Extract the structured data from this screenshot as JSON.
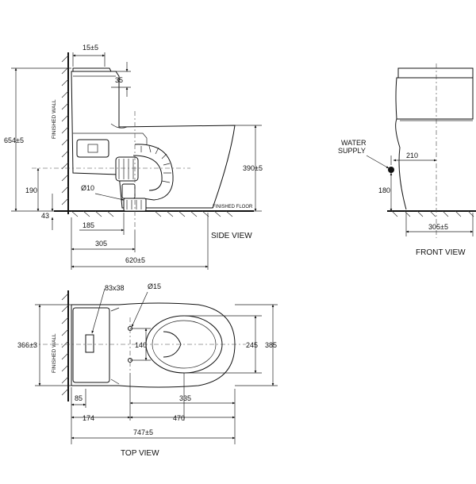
{
  "side_view": {
    "title": "SIDE VIEW",
    "finished_wall": "FINISHED WALL",
    "finished_floor": "FINISHED FLOOR",
    "dims": {
      "top_offset": "15±5",
      "lid_offset": "35",
      "total_height": "654±5",
      "pipe_height": "190",
      "floor_offset": "43",
      "pipe_dia": "Ø10",
      "rim_height": "390±5",
      "outlet": "185",
      "depth_305": "305",
      "depth_620": "620±5"
    }
  },
  "front_view": {
    "title": "FRONT VIEW",
    "water_supply_1": "WATER",
    "water_supply_2": "SUPPLY",
    "dims": {
      "offset_210": "210",
      "height_180": "180",
      "width_305": "305±5"
    }
  },
  "top_view": {
    "title": "TOP VIEW",
    "finished_wall": "FINISHED WALL",
    "dims": {
      "handle": "83x38",
      "hole_dia": "Ø15",
      "width_366": "366±3",
      "hole_spacing": "140",
      "bowl_245": "245",
      "width_385": "385",
      "tank_85": "85",
      "dist_335": "335",
      "dist_174": "174",
      "dist_470": "470",
      "length_747": "747±5"
    }
  }
}
